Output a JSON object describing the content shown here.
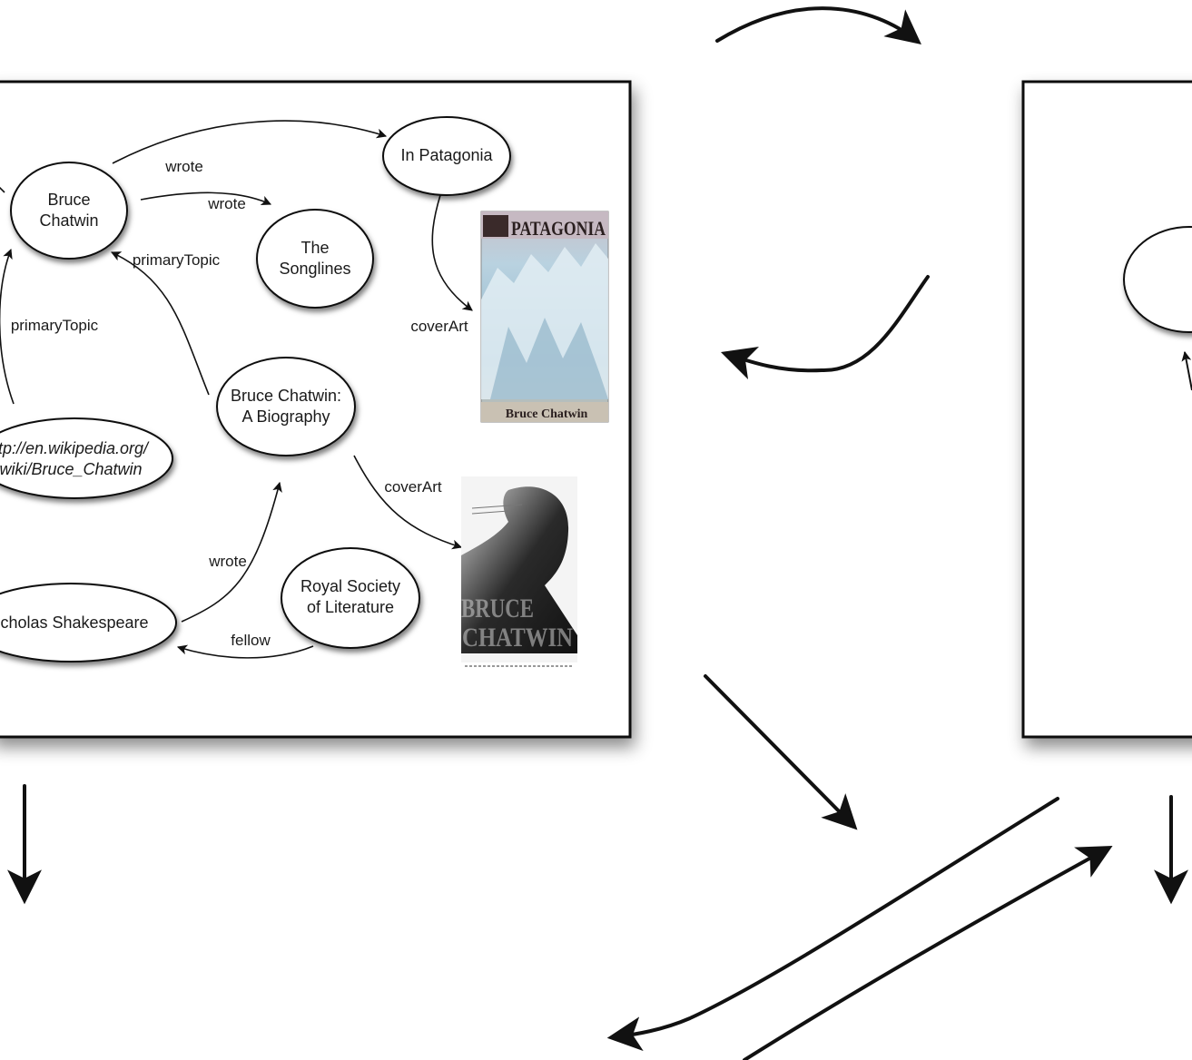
{
  "nodes": {
    "bruce_chatwin": [
      "Bruce",
      "Chatwin"
    ],
    "in_patagonia": [
      "In Patagonia"
    ],
    "the_songlines": [
      "The",
      "Songlines"
    ],
    "biography": [
      "Bruce Chatwin:",
      "A Biography"
    ],
    "wikipedia_url": [
      "ttp://en.wikipedia.org/",
      "wiki/Bruce_Chatwin"
    ],
    "nicholas_shakespeare": [
      "licholas Shakespeare"
    ],
    "royal_society": [
      "Royal Society",
      "of Literature"
    ]
  },
  "edge_labels": {
    "wrote_patagonia": "wrote",
    "wrote_songlines": "wrote",
    "primary_topic_biography": "primaryTopic",
    "primary_topic_wikipedia": "primaryTopic",
    "cover_art_patagonia": "coverArt",
    "cover_art_biography": "coverArt",
    "wrote_biography": "wrote",
    "fellow": "fellow"
  },
  "covers": {
    "patagonia": {
      "title": "PATAGONIA",
      "author": "Bruce Chatwin"
    },
    "biography": {
      "title_line1": "BRUCE",
      "title_line2": "CHATWIN"
    }
  },
  "colors": {
    "ink": "#111111",
    "node_fill": "#ffffff",
    "ice_blue": "#9fc3d6"
  }
}
